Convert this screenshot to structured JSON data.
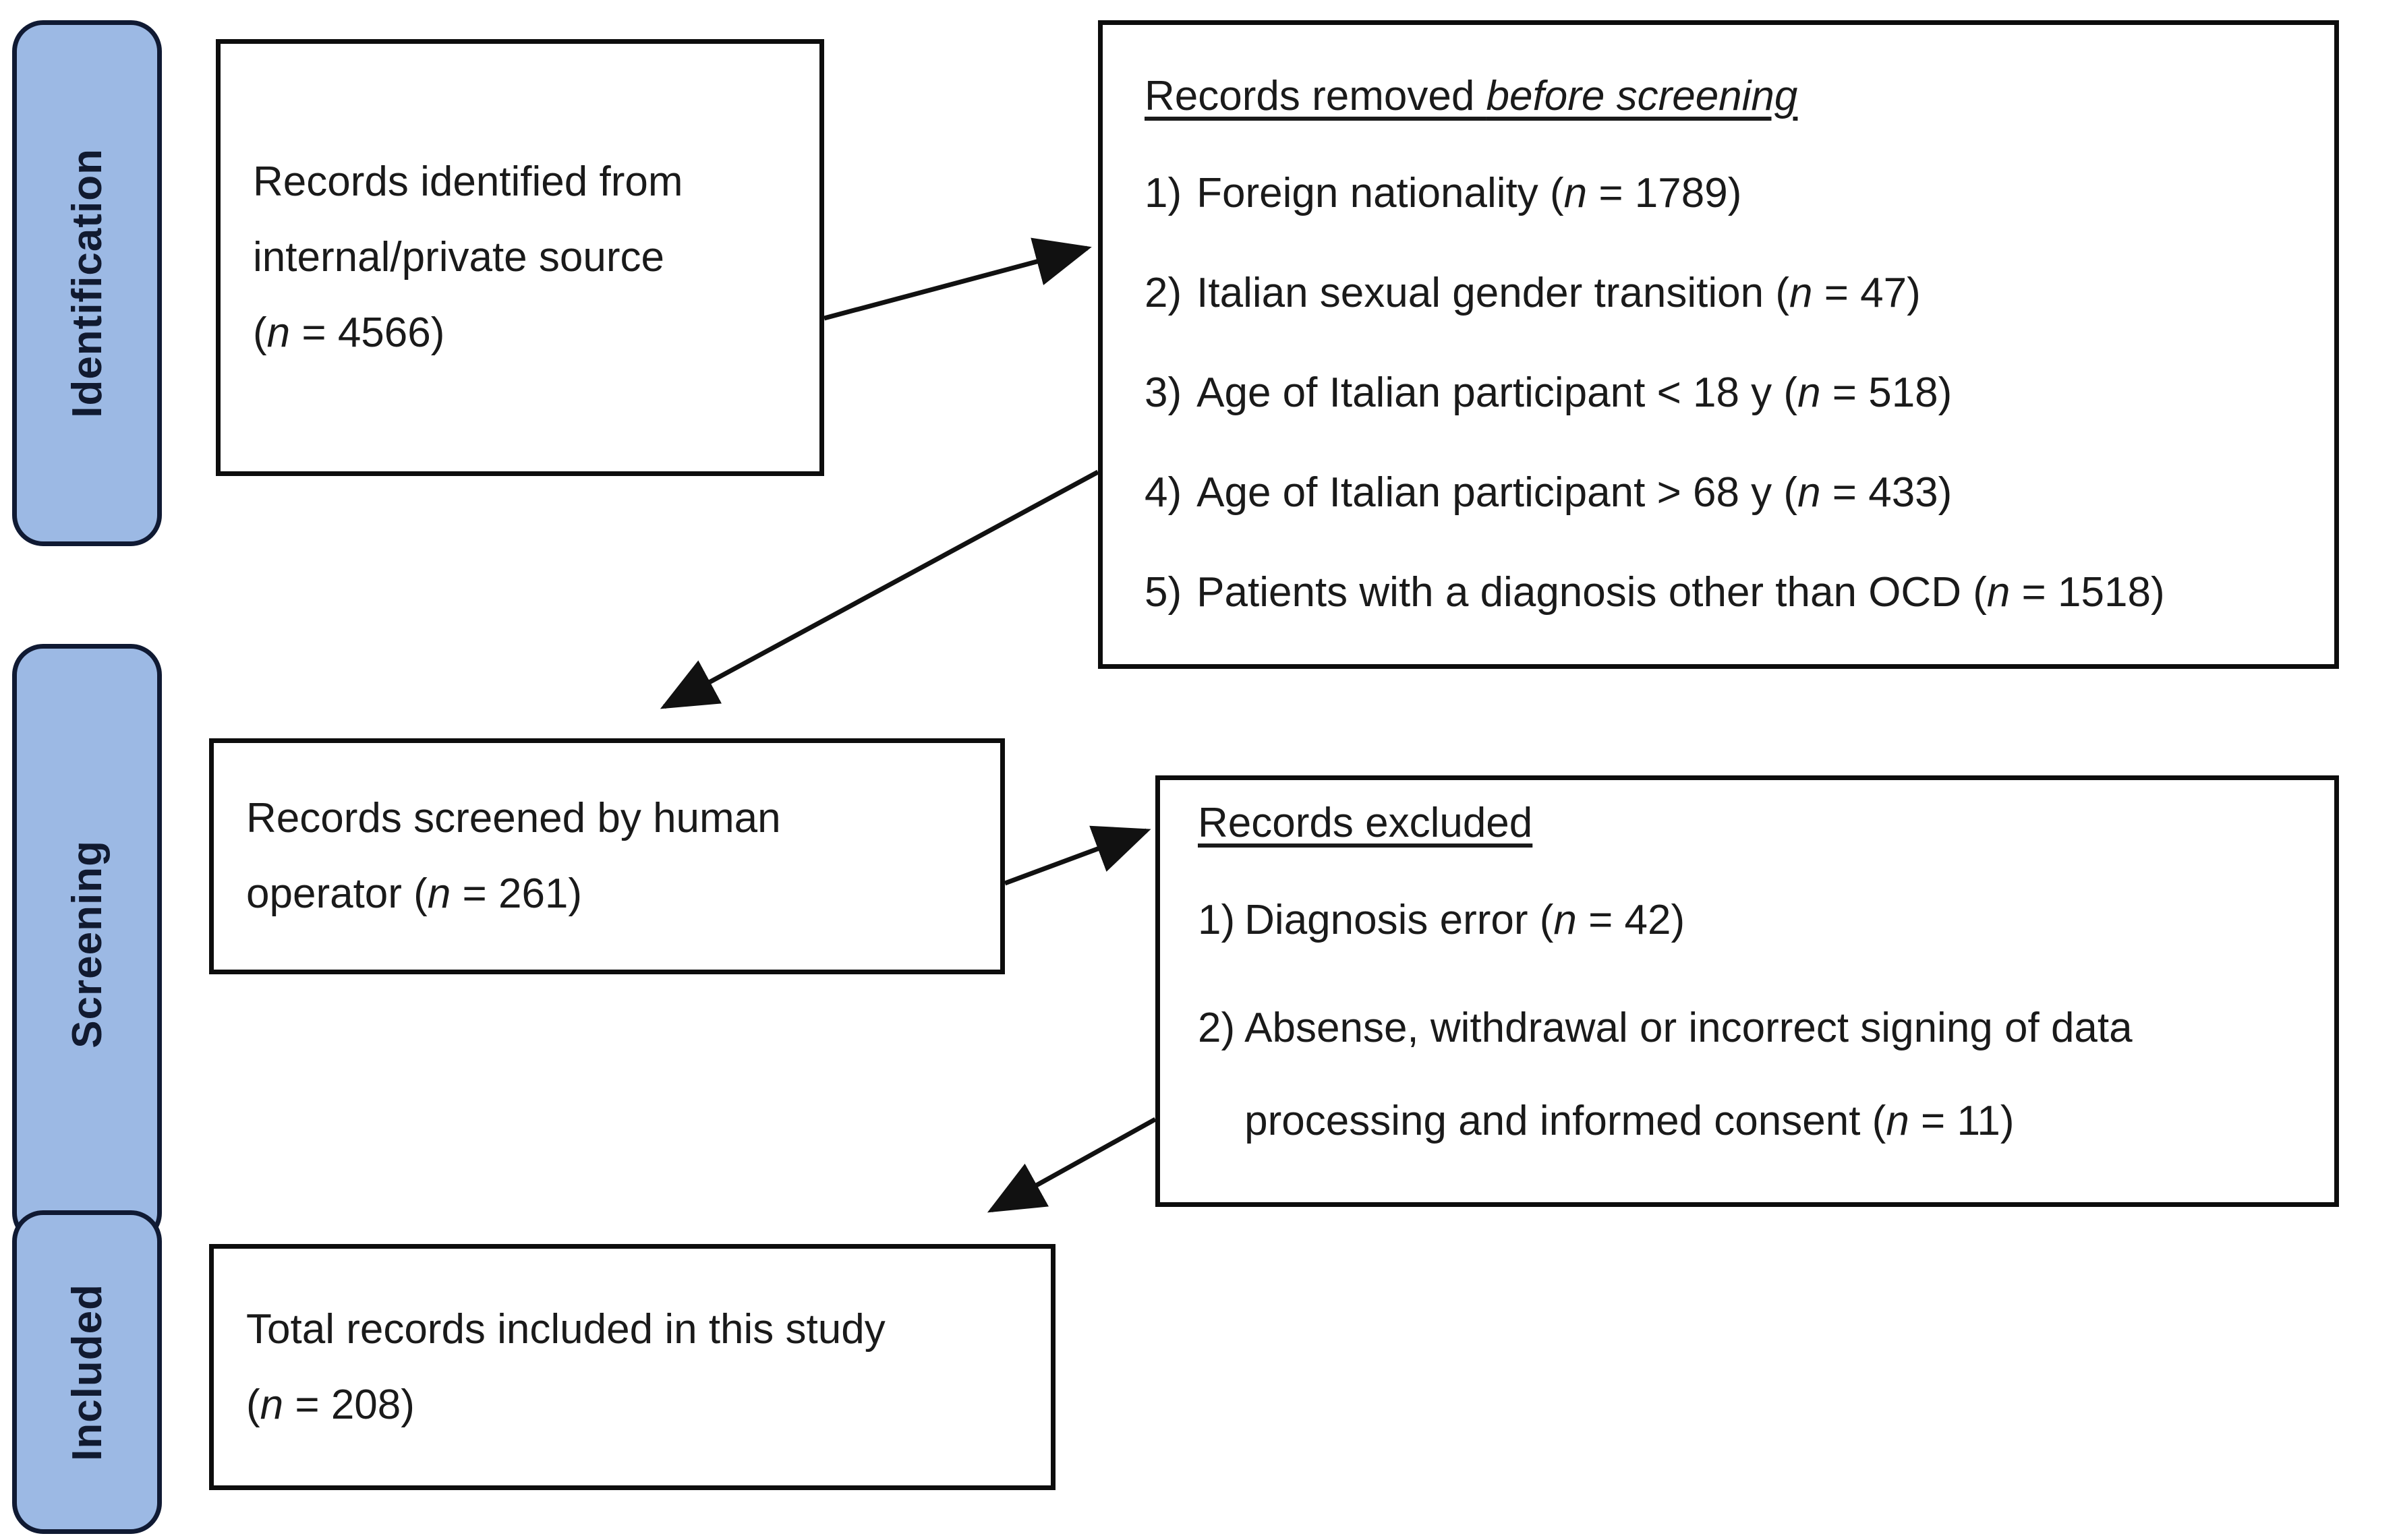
{
  "diagram": {
    "type": "prisma-flow-diagram",
    "phases": [
      {
        "id": "identification",
        "label": "Identification"
      },
      {
        "id": "screening",
        "label": "Screening"
      },
      {
        "id": "included",
        "label": "Included"
      }
    ],
    "boxes": {
      "identified": {
        "lines": [
          "Records identified from",
          "internal/private source",
          "(n = 4566)"
        ],
        "count": 4566
      },
      "removed_before_screening": {
        "heading_plain": "Records removed ",
        "heading_italic": "before screening",
        "reasons": [
          {
            "num": "1)",
            "text": "Foreign nationality (n = 1789)",
            "count": 1789
          },
          {
            "num": "2)",
            "text": "Italian sexual gender transition (n = 47)",
            "count": 47
          },
          {
            "num": "3)",
            "text": "Age of Italian participant < 18 y (n = 518)",
            "count": 518
          },
          {
            "num": "4)",
            "text": "Age of Italian participant > 68 y (n = 433)",
            "count": 433
          },
          {
            "num": "5)",
            "text": "Patients with a diagnosis other than OCD (n = 1518)",
            "count": 1518
          }
        ]
      },
      "screened": {
        "lines": [
          "Records screened by human",
          "operator (n = 261)"
        ],
        "count": 261
      },
      "records_excluded": {
        "heading_plain": "Records excluded",
        "reasons": [
          {
            "num": "1)",
            "text": "Diagnosis error (n = 42)",
            "count": 42
          },
          {
            "num": "2)",
            "text": "Absense, withdrawal or incorrect signing of data",
            "text2": "processing and informed consent (n = 11)",
            "count": 11
          }
        ]
      },
      "included_total": {
        "lines": [
          "Total records included in this study",
          "(n = 208)"
        ],
        "count": 208
      }
    },
    "colors": {
      "phase_fill": "#9CB9E4",
      "phase_border": "#101a33",
      "box_border": "#0d0d0d",
      "text": "#1a1a1a",
      "background": "#ffffff"
    }
  }
}
